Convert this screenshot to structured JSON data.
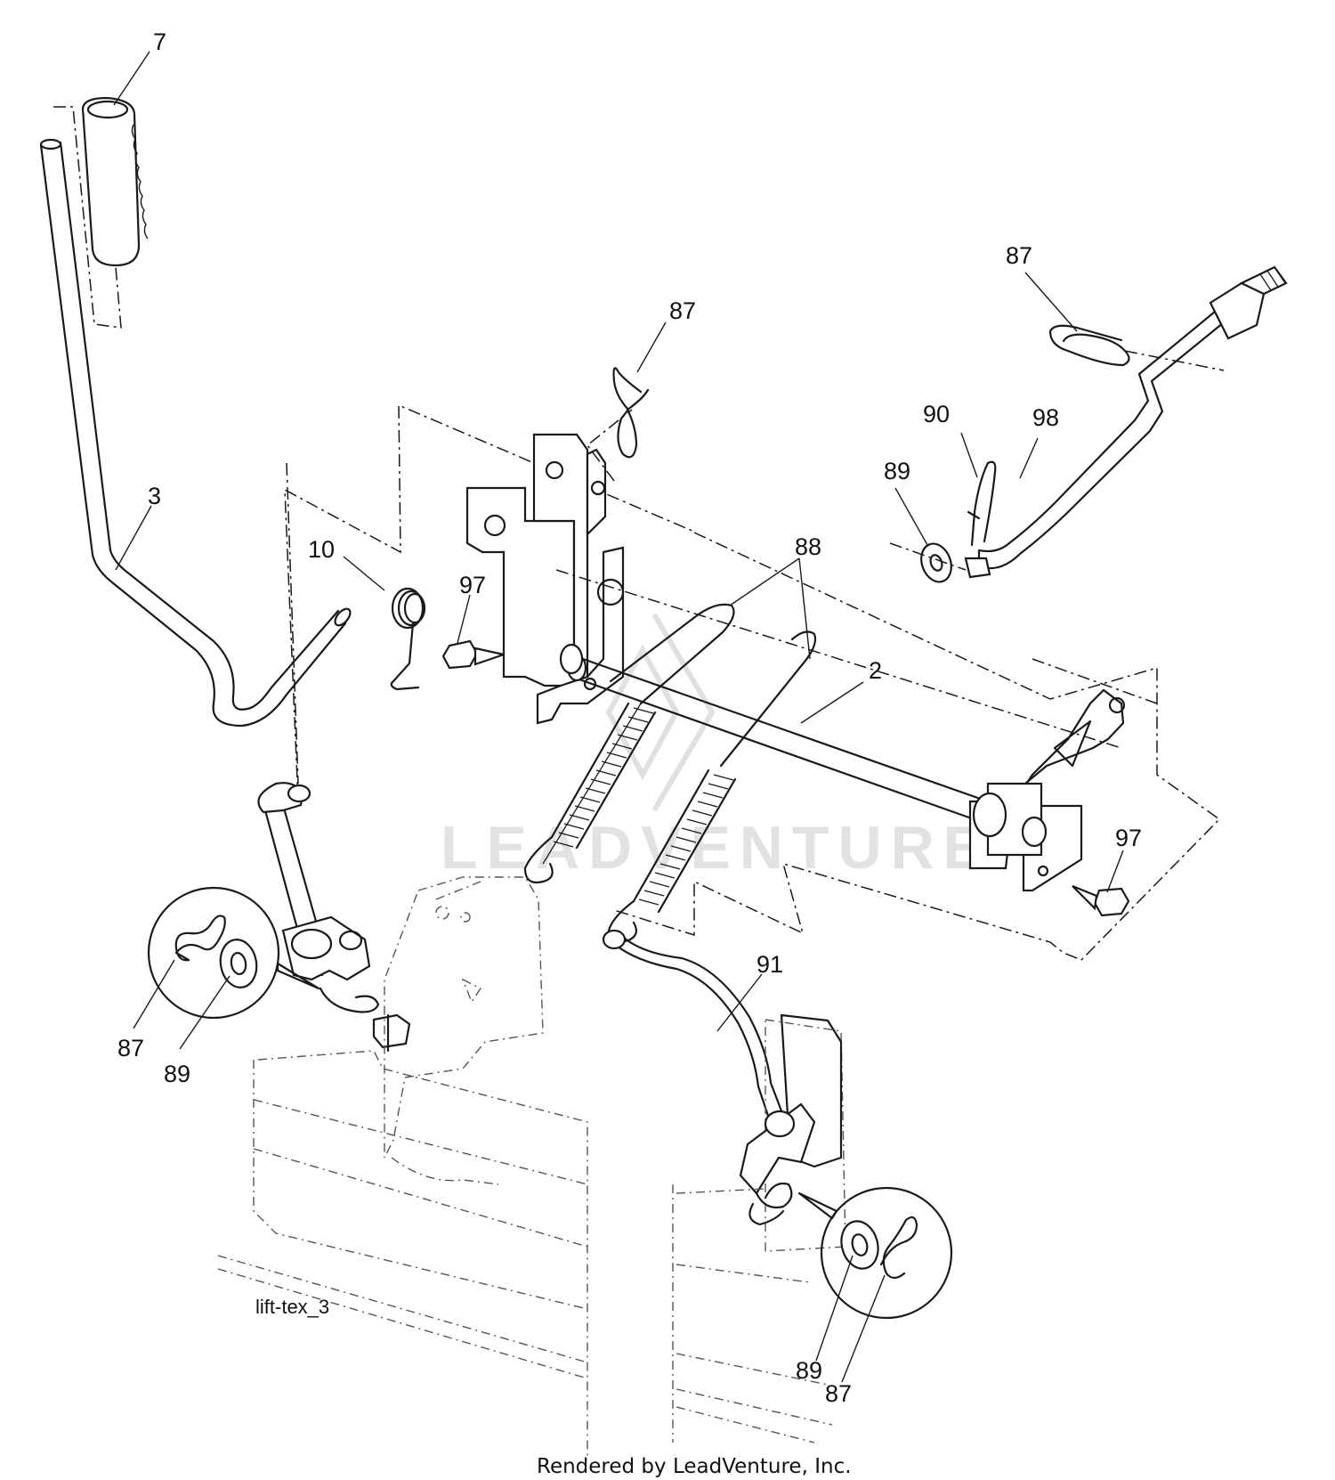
{
  "diagram_id": "lift-tex_3",
  "watermark": "LEADVENTURE",
  "footer": "Rendered by LeadVenture, Inc.",
  "callouts": {
    "c7": "7",
    "c3": "3",
    "c10": "10",
    "c97a": "97",
    "c87a": "87",
    "c88": "88",
    "c2": "2",
    "c87b": "87",
    "c90": "90",
    "c98": "98",
    "c89a": "89",
    "c97b": "97",
    "c91": "91",
    "c87c": "87",
    "c89b": "89",
    "c89c": "89",
    "c87d": "87"
  }
}
